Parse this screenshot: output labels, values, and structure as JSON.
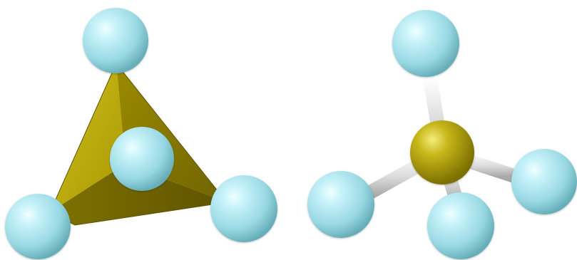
{
  "figures": [
    {
      "kind": "polyhedral-model",
      "parts": [
        "tetrahedron",
        "ligand-sphere",
        "ligand-sphere",
        "ligand-sphere",
        "ligand-sphere"
      ]
    },
    {
      "kind": "ball-and-stick-model",
      "parts": [
        "central-atom",
        "bond",
        "bond",
        "bond",
        "bond",
        "ligand-sphere",
        "ligand-sphere",
        "ligand-sphere",
        "ligand-sphere"
      ]
    }
  ],
  "colors": {
    "background": "#ffffff",
    "central_atom": "#c2b417",
    "tetrahedron_light": "#bfae16",
    "tetrahedron_mid": "#9f9000",
    "tetrahedron_dark": "#6f6300",
    "ligand": "#a9e4ee",
    "ligand_highlight": "#e9fbff",
    "ligand_shadow": "#6fb9c5",
    "bond": "#d9d9d9",
    "bond_shadow": "#a8a8a8"
  }
}
